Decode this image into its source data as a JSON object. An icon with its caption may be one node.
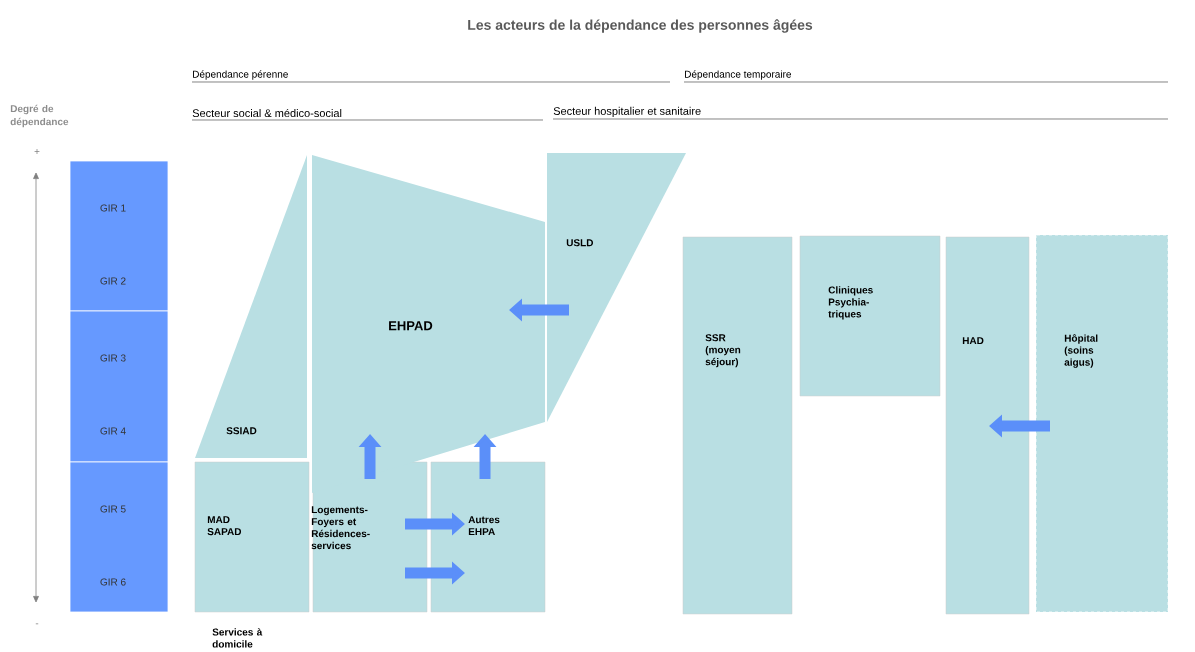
{
  "diagram": {
    "title": "Les acteurs de la dépendance des personnes âgées",
    "nodes": [
      {
        "text": [
          "GIR 1",
          "GIR 2"
        ]
      },
      {
        "text": [
          "GIR 3",
          "GIR 4"
        ]
      },
      {
        "text": [
          "GIR 5",
          "GIR 6"
        ]
      },
      {
        "text": [
          "SSIAD"
        ]
      },
      {
        "text": [
          "EHPAD"
        ]
      },
      {
        "text": [
          "USLD"
        ]
      },
      {
        "text": [
          "MAD SAPAD"
        ]
      },
      {
        "text": [
          "Logements- Foyers et Résidences- services"
        ]
      },
      {
        "text": [
          "Autres EHPA"
        ]
      },
      {
        "text": [
          "SSR (moyen séjour)"
        ]
      },
      {
        "text": [
          "Cliniques Psychia- triques"
        ]
      },
      {
        "text": [
          "HAD"
        ]
      },
      {
        "text": [
          "Hôpital (soins aigus)"
        ]
      }
    ],
    "edges": [
      {
        "from": 5,
        "to": 4,
        "arrow": "to"
      },
      {
        "from": 7,
        "to": 4,
        "arrow": "to"
      },
      {
        "from": 8,
        "to": 4,
        "arrow": "to"
      },
      {
        "from": 7,
        "to": 8,
        "arrow": "to"
      },
      {
        "from": 7,
        "to": 8,
        "arrow": "to"
      },
      {
        "from": 12,
        "to": 11,
        "arrow": "to"
      }
    ],
    "labels": [
      "Dépendance pérenne",
      "Dépendance temporaire",
      "Degré de dépendance",
      "Secteur social & médico-social",
      "Secteur hospitalier et sanitaire",
      "+",
      "-",
      "Services à domicile"
    ]
  }
}
